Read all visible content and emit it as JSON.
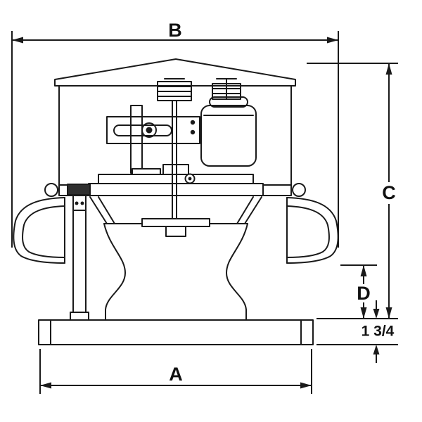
{
  "dims": {
    "b": "B",
    "a": "A",
    "c": "C",
    "d": "D",
    "base": "1 3/4"
  },
  "colors": {
    "background": "#ffffff",
    "line": "#1a1a1a"
  }
}
